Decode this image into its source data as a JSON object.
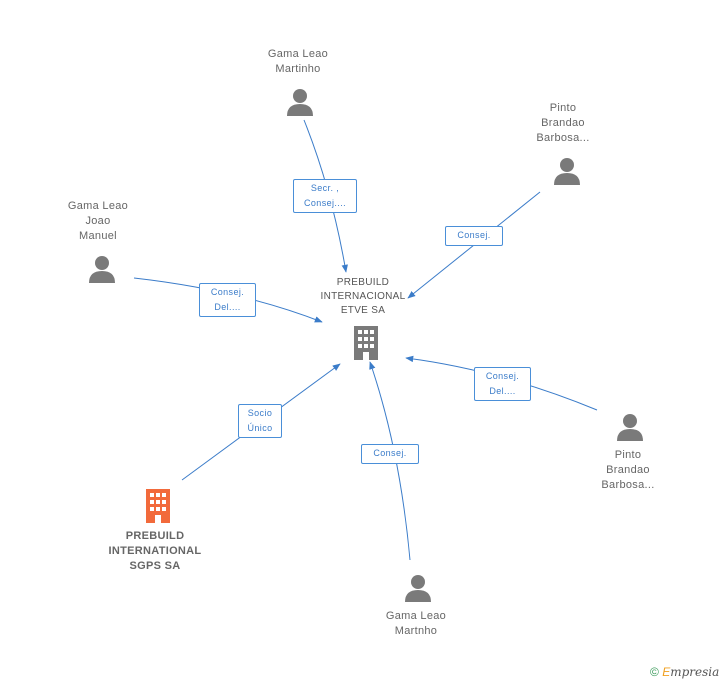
{
  "colors": {
    "edge": "#3b7cc9",
    "person_icon": "#7a7a7a",
    "main_company_icon": "#7a7a7a",
    "shareholder_company_icon": "#f26a3b"
  },
  "nodes": {
    "main": {
      "label": "PREBUILD\nINTERNACIONAL\nETVE SA",
      "icon": "building-icon"
    },
    "person_top": {
      "label": "Gama Leao\nMartinho",
      "icon": "person-icon"
    },
    "person_top_right": {
      "label": "Pinto\nBrandao\nBarbosa...",
      "icon": "person-icon"
    },
    "person_left": {
      "label": "Gama Leao\nJoao\nManuel",
      "icon": "person-icon"
    },
    "person_right": {
      "label": "Pinto\nBrandao\nBarbosa...",
      "icon": "person-icon"
    },
    "person_bottom": {
      "label": "Gama Leao\nMartnho",
      "icon": "person-icon"
    },
    "company_shareholder": {
      "label": "PREBUILD\nINTERNATIONAL\nSGPS SA",
      "icon": "building-icon"
    }
  },
  "edges": {
    "top": {
      "label": "Secr. ,\nConsej...."
    },
    "top_right": {
      "label": "Consej."
    },
    "left": {
      "label": "Consej.\nDel...."
    },
    "right": {
      "label": "Consej.\nDel...."
    },
    "bottom": {
      "label": "Consej."
    },
    "shareholder": {
      "label": "Socio\nÚnico"
    }
  },
  "branding": {
    "copyright_symbol": "©",
    "name_initial": "E",
    "name_rest": "mpresia"
  }
}
